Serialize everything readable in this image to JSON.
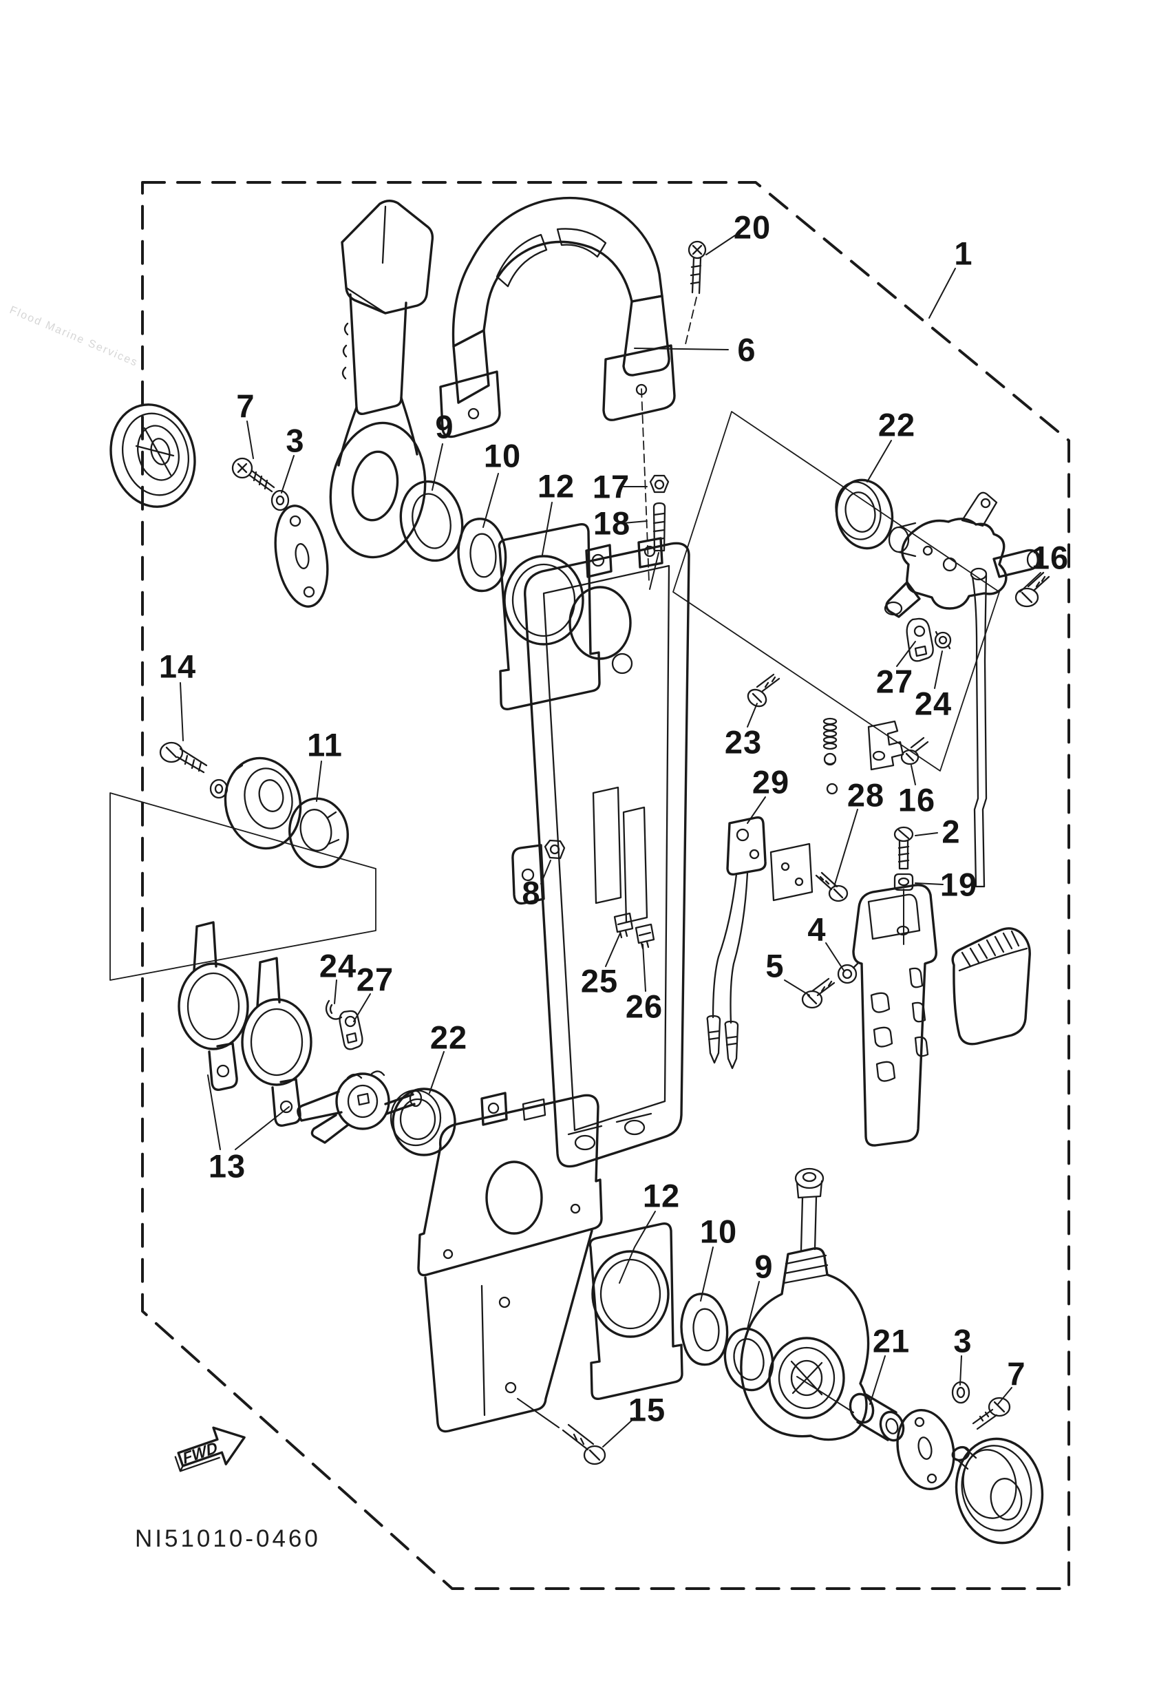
{
  "diagram": {
    "title_part_labels_present": "numeric callouts 1-29",
    "drawing_number": "NI51010-0460",
    "direction_label": "FWD",
    "watermark": "Flood Marine Services",
    "callouts": [
      {
        "label": "1"
      },
      {
        "label": "20"
      },
      {
        "label": "6"
      },
      {
        "label": "7"
      },
      {
        "label": "3"
      },
      {
        "label": "9"
      },
      {
        "label": "10"
      },
      {
        "label": "12"
      },
      {
        "label": "17"
      },
      {
        "label": "18"
      },
      {
        "label": "22"
      },
      {
        "label": "16"
      },
      {
        "label": "27"
      },
      {
        "label": "24"
      },
      {
        "label": "14"
      },
      {
        "label": "11"
      },
      {
        "label": "23"
      },
      {
        "label": "8"
      },
      {
        "label": "29"
      },
      {
        "label": "28"
      },
      {
        "label": "16"
      },
      {
        "label": "2"
      },
      {
        "label": "19"
      },
      {
        "label": "25"
      },
      {
        "label": "26"
      },
      {
        "label": "5"
      },
      {
        "label": "4"
      },
      {
        "label": "13"
      },
      {
        "label": "24"
      },
      {
        "label": "27"
      },
      {
        "label": "22"
      },
      {
        "label": "12"
      },
      {
        "label": "10"
      },
      {
        "label": "9"
      },
      {
        "label": "21"
      },
      {
        "label": "3"
      },
      {
        "label": "7"
      },
      {
        "label": "15"
      }
    ],
    "colors": {
      "background": "#ffffff",
      "line": "#1a1a1a",
      "watermark": "#d6d6d6"
    }
  }
}
